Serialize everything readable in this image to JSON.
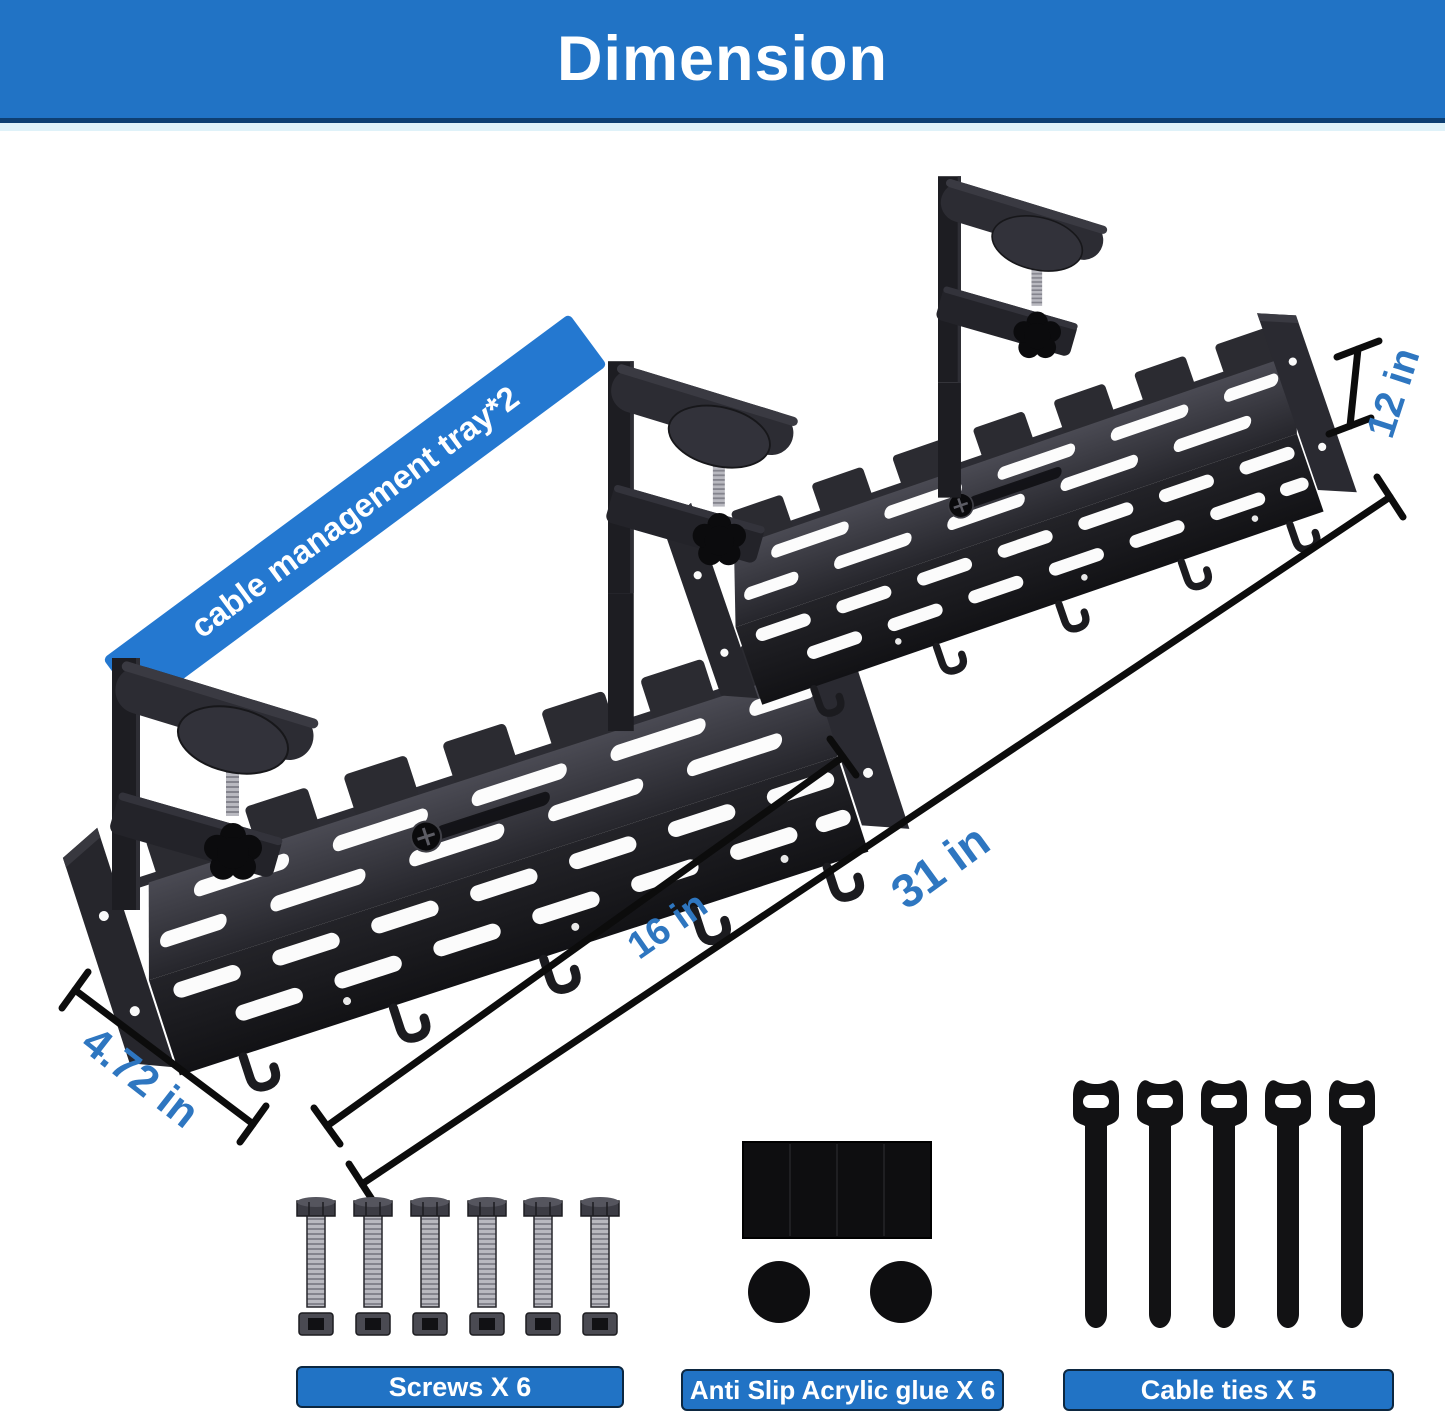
{
  "banner": {
    "title": "Dimension"
  },
  "callout": {
    "label": "cable management tray*2"
  },
  "dimensions": {
    "side_height": "12 in",
    "single_tray_length": "16 in",
    "total_length": "31 in",
    "tray_depth": "4.72 in"
  },
  "accessories": {
    "screws": {
      "label": "Screws X 6",
      "count": 6
    },
    "glue": {
      "label": "Anti Slip Acrylic glue X 6",
      "count": 6
    },
    "cable_ties": {
      "label": "Cable ties X 5",
      "count": 5
    }
  },
  "colors": {
    "banner_bg": "#2173c5",
    "callout_bg": "#2478d0",
    "dimension_text": "#2e76c0",
    "label_bg": "#2173c5",
    "tray_black": "#1b1b1f"
  }
}
